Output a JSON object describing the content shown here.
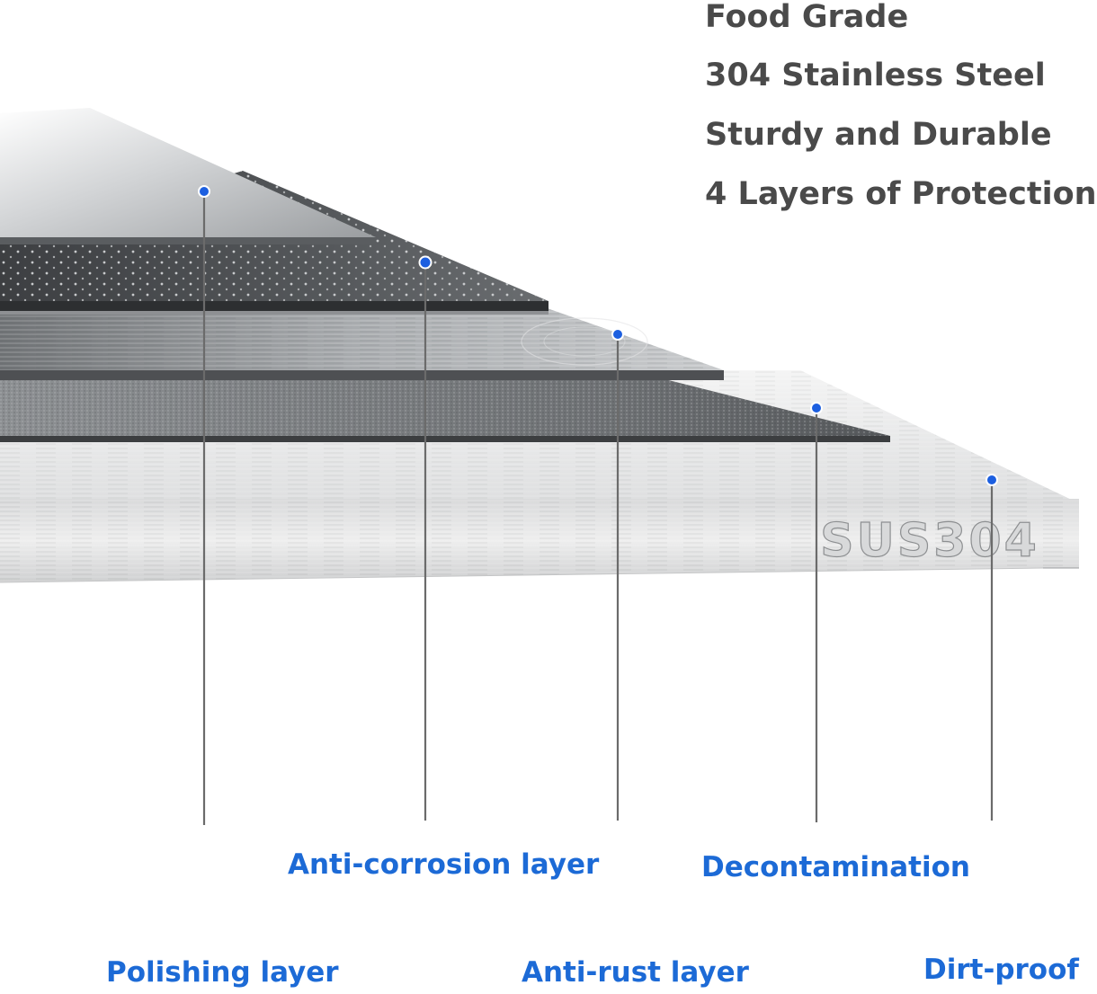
{
  "headline": {
    "line1": "Food Grade",
    "line2": "304 Stainless Steel",
    "line3": "Sturdy and Durable",
    "line4": "4 Layers of Protection"
  },
  "engraving": "SUS304",
  "callouts": {
    "polishing": "Polishing layer",
    "anti_corrosion": "Anti-corrosion layer",
    "anti_rust": "Anti-rust layer",
    "decontamination": "Decontamination",
    "dirt_proof": "Dirt-proof"
  },
  "colors": {
    "headline": "#4a4a4a",
    "callout": "#1c6ad6",
    "marker": "#1c5fe0",
    "leader": "#6b6b6b"
  }
}
